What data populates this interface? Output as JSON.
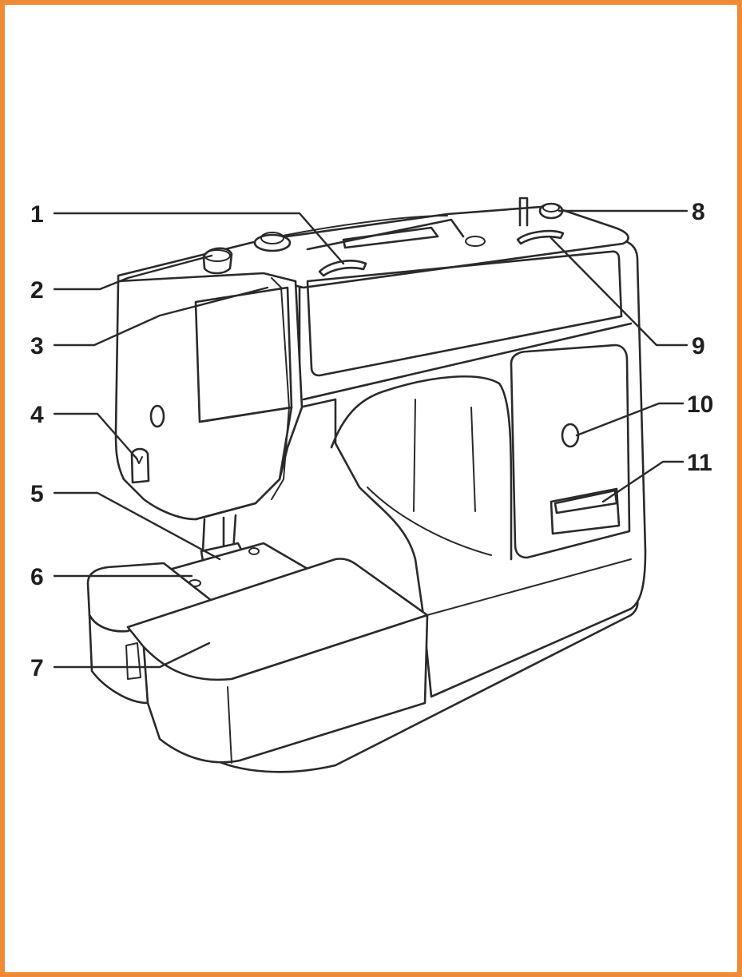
{
  "figure": {
    "subject": "sewing-machine",
    "border_color": "#f08a34",
    "line_color": "#2a2a2a"
  },
  "callouts": [
    {
      "id": "1",
      "label": "1"
    },
    {
      "id": "2",
      "label": "2"
    },
    {
      "id": "3",
      "label": "3"
    },
    {
      "id": "4",
      "label": "4"
    },
    {
      "id": "5",
      "label": "5"
    },
    {
      "id": "6",
      "label": "6"
    },
    {
      "id": "7",
      "label": "7"
    },
    {
      "id": "8",
      "label": "8"
    },
    {
      "id": "9",
      "label": "9"
    },
    {
      "id": "10",
      "label": "10"
    },
    {
      "id": "11",
      "label": "11"
    }
  ]
}
